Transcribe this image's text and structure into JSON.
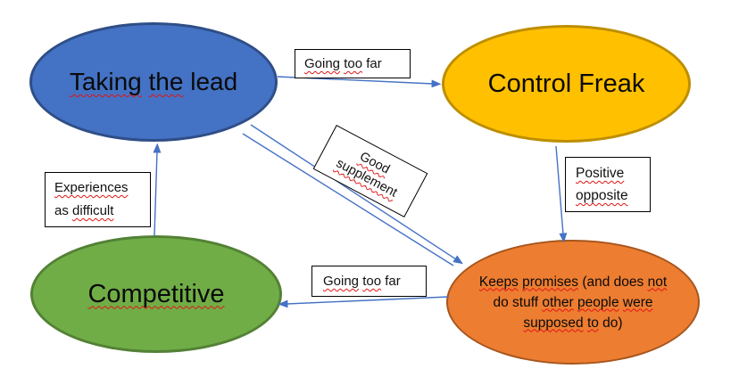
{
  "css_vars": {
    "arrow": "#4472C4",
    "sq": "#e11414",
    "box-fill": "#ffffff",
    "box-border": "#000000"
  },
  "nodes": {
    "taking_lead": {
      "label": "Taking the lead",
      "fill": "#4472C4",
      "border": "#2F4E87",
      "lines": [
        [
          {
            "t": "Taking",
            "sq": true
          },
          {
            "t": " ",
            "sq": false
          },
          {
            "t": "the",
            "sq": true
          },
          {
            "t": " lead",
            "sq": false
          }
        ]
      ]
    },
    "control_freak": {
      "label": "Control Freak",
      "fill": "#FFC000",
      "border": "#BD8E00",
      "lines": [
        [
          {
            "t": "Control Freak",
            "sq": false
          }
        ]
      ]
    },
    "competitive": {
      "label": "Competitive",
      "fill": "#70AD47",
      "border": "#538135",
      "lines": [
        [
          {
            "t": "Competitive",
            "sq": true
          }
        ]
      ]
    },
    "keeps_promises": {
      "label": "Keeps promises (and does not do stuff other people were supposed to do)",
      "fill": "#ED7D31",
      "border": "#A6561D",
      "lines": [
        [
          {
            "t": "Keeps",
            "sq": true
          },
          {
            "t": " ",
            "sq": false
          },
          {
            "t": "promises",
            "sq": true
          },
          {
            "t": " (and does ",
            "sq": false
          },
          {
            "t": "not",
            "sq": true
          }
        ],
        [
          {
            "t": "do stuff ",
            "sq": false
          },
          {
            "t": "other",
            "sq": true
          },
          {
            "t": " ",
            "sq": false
          },
          {
            "t": "people",
            "sq": true
          },
          {
            "t": " ",
            "sq": false
          },
          {
            "t": "were",
            "sq": true
          }
        ],
        [
          {
            "t": "supposed",
            "sq": true
          },
          {
            "t": " ",
            "sq": false
          },
          {
            "t": "to",
            "sq": true
          },
          {
            "t": " do)",
            "sq": false
          }
        ]
      ]
    }
  },
  "labels": {
    "going_too_far_top": {
      "label": "Going too far",
      "lines": [
        [
          {
            "t": "Going",
            "sq": true
          },
          {
            "t": " ",
            "sq": false
          },
          {
            "t": "too",
            "sq": true
          },
          {
            "t": " far",
            "sq": false
          }
        ]
      ]
    },
    "good_supplement": {
      "label": "Good supplement",
      "lines": [
        [
          {
            "t": "Good",
            "sq": true
          }
        ],
        [
          {
            "t": "supplement",
            "sq": true
          }
        ]
      ]
    },
    "positive_opposite": {
      "label": "Positive opposite",
      "lines": [
        [
          {
            "t": "Positive",
            "sq": true
          }
        ],
        [
          {
            "t": "opposite",
            "sq": true
          }
        ]
      ]
    },
    "experiences_as_difficult": {
      "label": "Experiences as difficult",
      "lines": [
        [
          {
            "t": "Experiences",
            "sq": true
          }
        ],
        [
          {
            "t": "as ",
            "sq": false
          },
          {
            "t": "difficult",
            "sq": true
          }
        ]
      ]
    },
    "going_too_far_bottom": {
      "label": "Going too far",
      "lines": [
        [
          {
            "t": "Going",
            "sq": true
          },
          {
            "t": " ",
            "sq": false
          },
          {
            "t": "too",
            "sq": true
          },
          {
            "t": " far",
            "sq": false
          }
        ]
      ]
    }
  },
  "edges": [
    {
      "from": "Taking the lead",
      "to": "Control Freak",
      "label": "Going too far"
    },
    {
      "from": "Taking the lead",
      "to": "Keeps promises (and does not do stuff other people were supposed to do)",
      "label": "Good supplement"
    },
    {
      "from": "Control Freak",
      "to": "Keeps promises (and does not do stuff other people were supposed to do)",
      "label": "Positive opposite"
    },
    {
      "from": "Keeps promises (and does not do stuff other people were supposed to do)",
      "to": "Competitive",
      "label": "Going too far"
    },
    {
      "from": "Competitive",
      "to": "Taking the lead",
      "label": "Experiences as difficult"
    }
  ]
}
